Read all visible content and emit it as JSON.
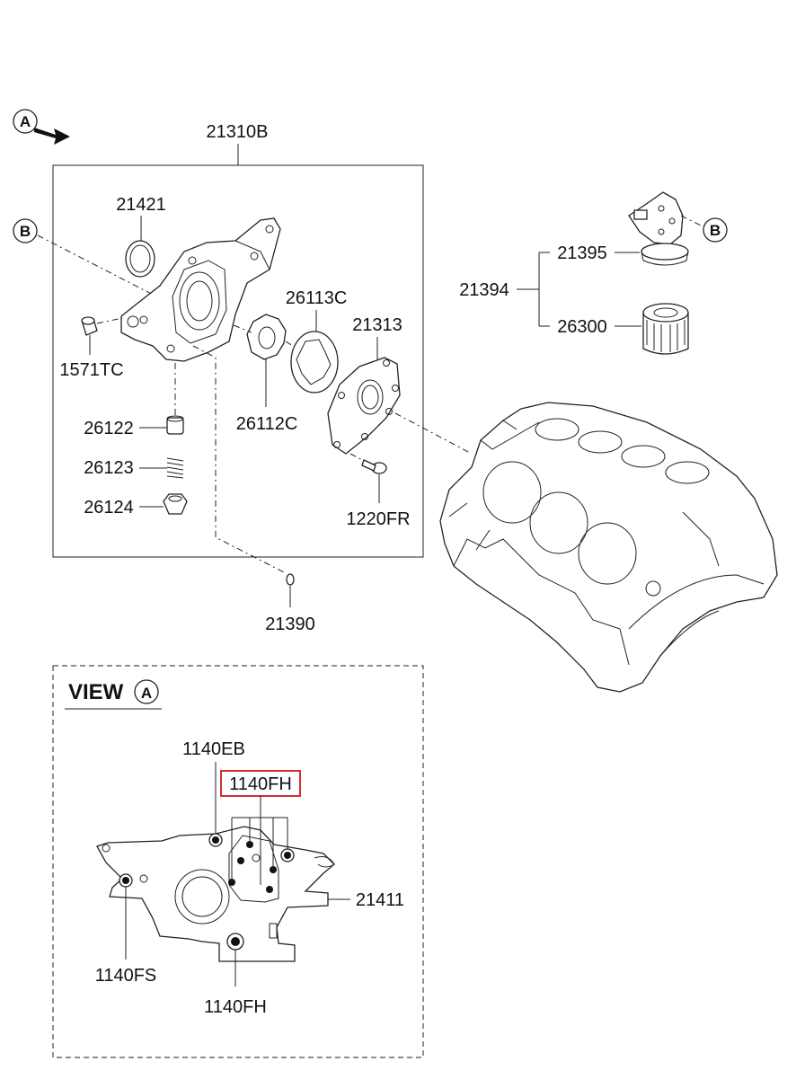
{
  "view_title": "VIEW",
  "markers": {
    "a": "A",
    "b": "B"
  },
  "parts": {
    "p21310B": "21310B",
    "p21421": "21421",
    "p1571TC": "1571TC",
    "p26113C": "26113C",
    "p21313": "21313",
    "p26112C": "26112C",
    "p26122": "26122",
    "p26123": "26123",
    "p26124": "26124",
    "p1220FR": "1220FR",
    "p21390": "21390",
    "p21395": "21395",
    "p21394": "21394",
    "p26300": "26300",
    "p1140EB": "1140EB",
    "p1140FH_top": "1140FH",
    "p21411": "21411",
    "p1140FS": "1140FS",
    "p1140FH_bottom": "1140FH"
  },
  "highlight_color": "#d32f2f"
}
